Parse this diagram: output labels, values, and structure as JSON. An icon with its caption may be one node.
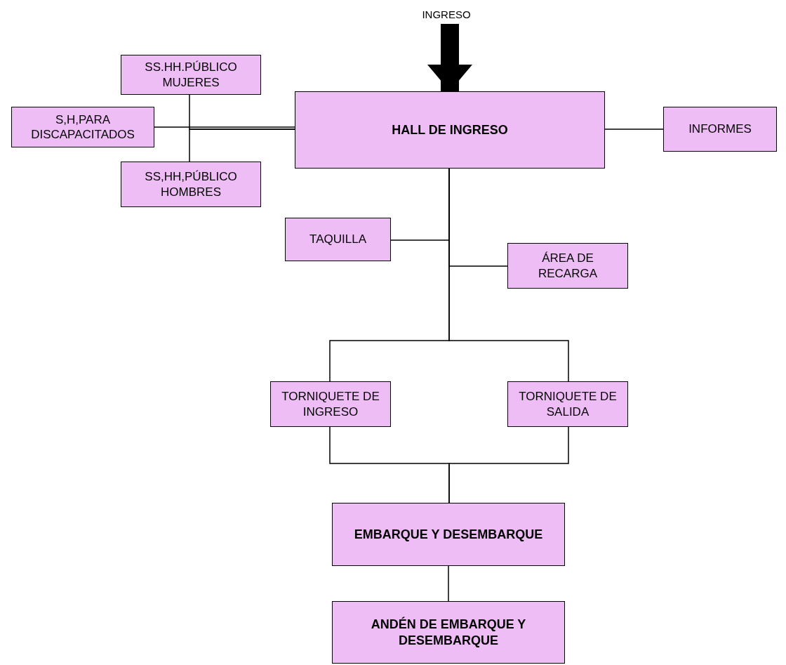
{
  "diagram": {
    "nodes": [
      {
        "text": [
          "INGRESO"
        ]
      },
      {
        "text": [
          "SS.HH.PÚBLICO MUJERES"
        ]
      },
      {
        "text": [
          "S,H,PARA DISCAPACITADOS"
        ]
      },
      {
        "text": [
          "HALL DE INGRESO"
        ]
      },
      {
        "text": [
          "INFORMES"
        ]
      },
      {
        "text": [
          "SS,HH,PÚBLICO HOMBRES"
        ]
      },
      {
        "text": [
          "TAQUILLA"
        ]
      },
      {
        "text": [
          "ÁREA DE RECARGA"
        ]
      },
      {
        "text": [
          "TORNIQUETE DE INGRESO"
        ]
      },
      {
        "text": [
          "TORNIQUETE DE SALIDA"
        ]
      },
      {
        "text": [
          "EMBARQUE Y DESEMBARQUE"
        ]
      },
      {
        "text": [
          "ANDÉN DE EMBARQUE Y DESEMBARQUE"
        ]
      }
    ],
    "edges": [
      {
        "from": 0,
        "to": 3,
        "arrow": "to",
        "style": "thick"
      },
      {
        "from": 3,
        "to": 2,
        "arrow": "none"
      },
      {
        "from": 3,
        "to": 1,
        "arrow": "none"
      },
      {
        "from": 3,
        "to": 5,
        "arrow": "none"
      },
      {
        "from": 3,
        "to": 4,
        "arrow": "none"
      },
      {
        "from": 3,
        "to": 6,
        "arrow": "none"
      },
      {
        "from": 3,
        "to": 7,
        "arrow": "none"
      },
      {
        "from": 3,
        "to": 8,
        "arrow": "none"
      },
      {
        "from": 3,
        "to": 9,
        "arrow": "none"
      },
      {
        "from": 8,
        "to": 10,
        "arrow": "none"
      },
      {
        "from": 9,
        "to": 10,
        "arrow": "none"
      },
      {
        "from": 10,
        "to": 11,
        "arrow": "none"
      }
    ]
  }
}
